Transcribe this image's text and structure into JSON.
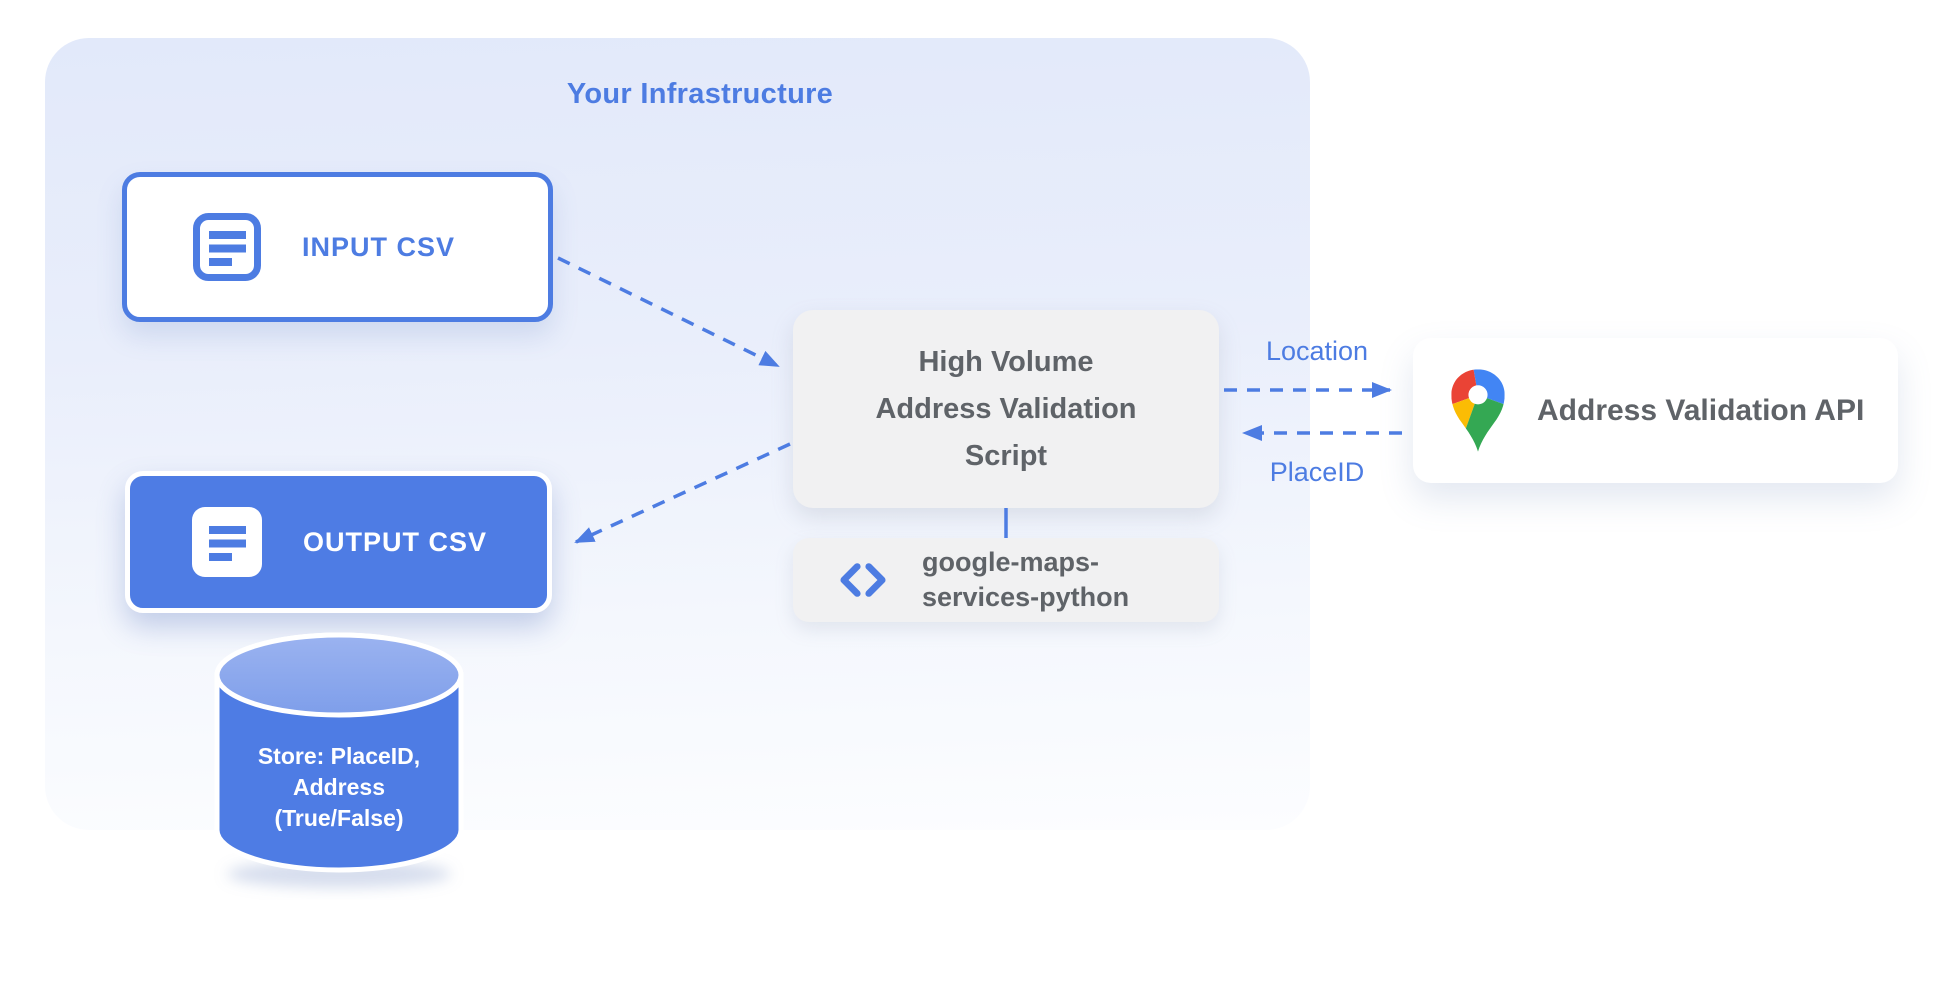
{
  "infrastructure": {
    "title": "Your Infrastructure"
  },
  "nodes": {
    "input_csv": {
      "label": "INPUT CSV",
      "icon": "document-icon"
    },
    "output_csv": {
      "label": "OUTPUT CSV",
      "icon": "document-icon"
    },
    "script": {
      "lines": [
        "High Volume",
        "Address Validation",
        "Script"
      ]
    },
    "library": {
      "lines": [
        "google-maps-",
        "services-python"
      ],
      "icon": "code-icon"
    },
    "api": {
      "label": "Address Validation API",
      "icon": "google-maps-pin-icon"
    },
    "datastore": {
      "lines": [
        "Store: PlaceID,",
        "Address",
        "(True/False)"
      ],
      "icon": "database-cylinder"
    }
  },
  "edges": {
    "location": {
      "label": "Location"
    },
    "placeid": {
      "label": "PlaceID"
    }
  },
  "colors": {
    "blue": "#4D7CE2",
    "gray_box": "#F1F1F2",
    "gray_text": "#5F6368",
    "container_top": "#E2E9FA",
    "container_bottom": "#FCFDFF",
    "cylinder_body": "#4E7CE4",
    "cylinder_top_light": "#9BB3F0",
    "cylinder_top_dark": "#7E9EEA",
    "pin_red": "#EA4335",
    "pin_blue": "#4285F4",
    "pin_yellow": "#FBBC04",
    "pin_green": "#34A853",
    "white": "#FFFFFF"
  }
}
